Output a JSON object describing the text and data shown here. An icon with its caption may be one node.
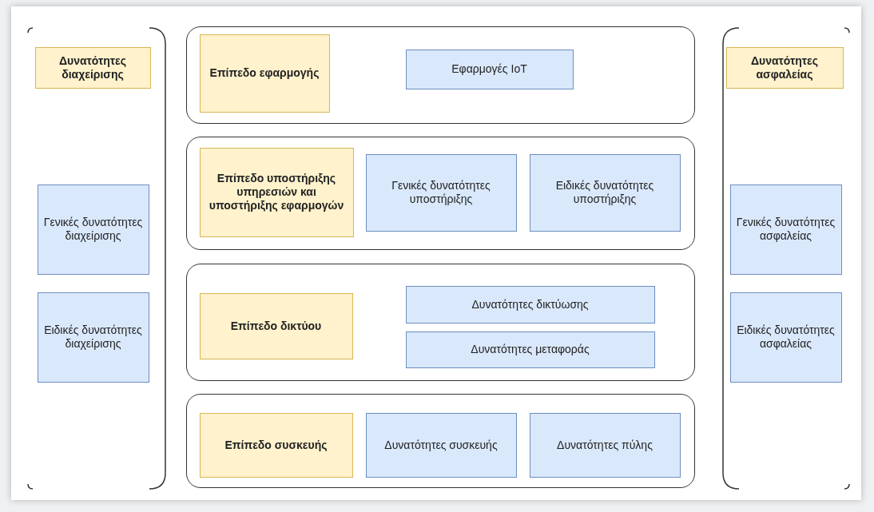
{
  "diagram": {
    "nodes": [
      {
        "text": [],
        "shape": "box"
      },
      {
        "text": [
          "Δυνατότητες διαχείρισης"
        ],
        "in": 0
      },
      {
        "text": [
          "Γενικές δυνατότητες διαχείρισης"
        ],
        "in": 0
      },
      {
        "text": [
          "Ειδικές δυνατότητες διαχείρισης"
        ],
        "in": 0
      },
      {
        "text": [],
        "shape": "box"
      },
      {
        "text": [
          "Επίπεδο εφαρμογής"
        ],
        "in": 4
      },
      {
        "text": [
          "Εφαρμογές IoT"
        ],
        "in": 4
      },
      {
        "text": [],
        "shape": "box"
      },
      {
        "text": [
          "Επίπεδο υποστήριξης υπηρεσιών και υποστήριξης εφαρμογών"
        ],
        "in": 7
      },
      {
        "text": [
          "Γενικές δυνατότητες υποστήριξης"
        ],
        "in": 7
      },
      {
        "text": [
          "Ειδικές δυνατότητες υποστήριξης"
        ],
        "in": 7
      },
      {
        "text": [],
        "shape": "box"
      },
      {
        "text": [
          "Επίπεδο δικτύου"
        ],
        "in": 11
      },
      {
        "text": [
          "Δυνατότητες δικτύωσης"
        ],
        "in": 11
      },
      {
        "text": [
          "Δυνατότητες μεταφοράς"
        ],
        "in": 11
      },
      {
        "text": [],
        "shape": "box"
      },
      {
        "text": [
          "Επίπεδο συσκευής"
        ],
        "in": 15
      },
      {
        "text": [
          "Δυνατότητες συσκευής"
        ],
        "in": 15
      },
      {
        "text": [
          "Δυνατότητες πύλης"
        ],
        "in": 15
      },
      {
        "text": [],
        "shape": "box"
      },
      {
        "text": [
          "Δυνατότητες ασφαλείας"
        ],
        "in": 19
      },
      {
        "text": [
          "Γενικές δυνατότητες ασφαλείας"
        ],
        "in": 19
      },
      {
        "text": [
          "Ειδικές δυνατότητες ασφαλείας"
        ],
        "in": 19
      }
    ]
  }
}
